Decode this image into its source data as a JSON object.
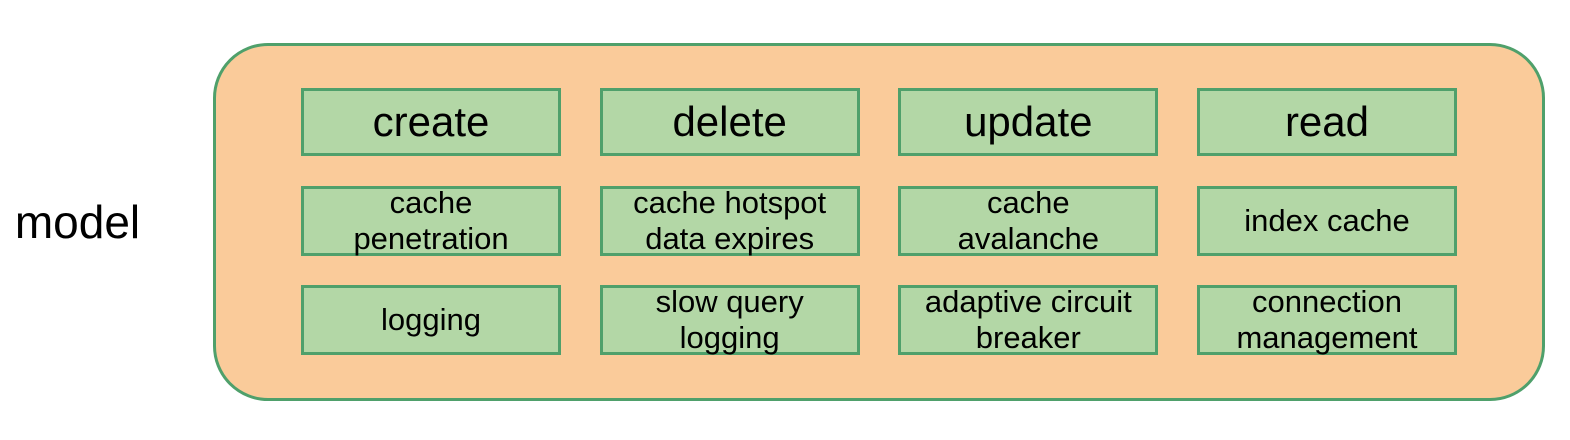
{
  "colors": {
    "background": "#FFFFFF",
    "container_fill": "#FACB9A",
    "node_fill": "#B3D7A6",
    "stroke_green": "#4FA06B",
    "text": "#000000"
  },
  "diagram": {
    "side_label": "model",
    "cells": [
      {
        "label": "create"
      },
      {
        "label": "delete"
      },
      {
        "label": "update"
      },
      {
        "label": "read"
      },
      {
        "label": "cache\npenetration"
      },
      {
        "label": "cache hotspot\ndata expires"
      },
      {
        "label": "cache\navalanche"
      },
      {
        "label": "index cache"
      },
      {
        "label": "logging"
      },
      {
        "label": "slow query\nlogging"
      },
      {
        "label": "adaptive circuit\nbreaker"
      },
      {
        "label": "connection\nmanagement"
      }
    ]
  }
}
